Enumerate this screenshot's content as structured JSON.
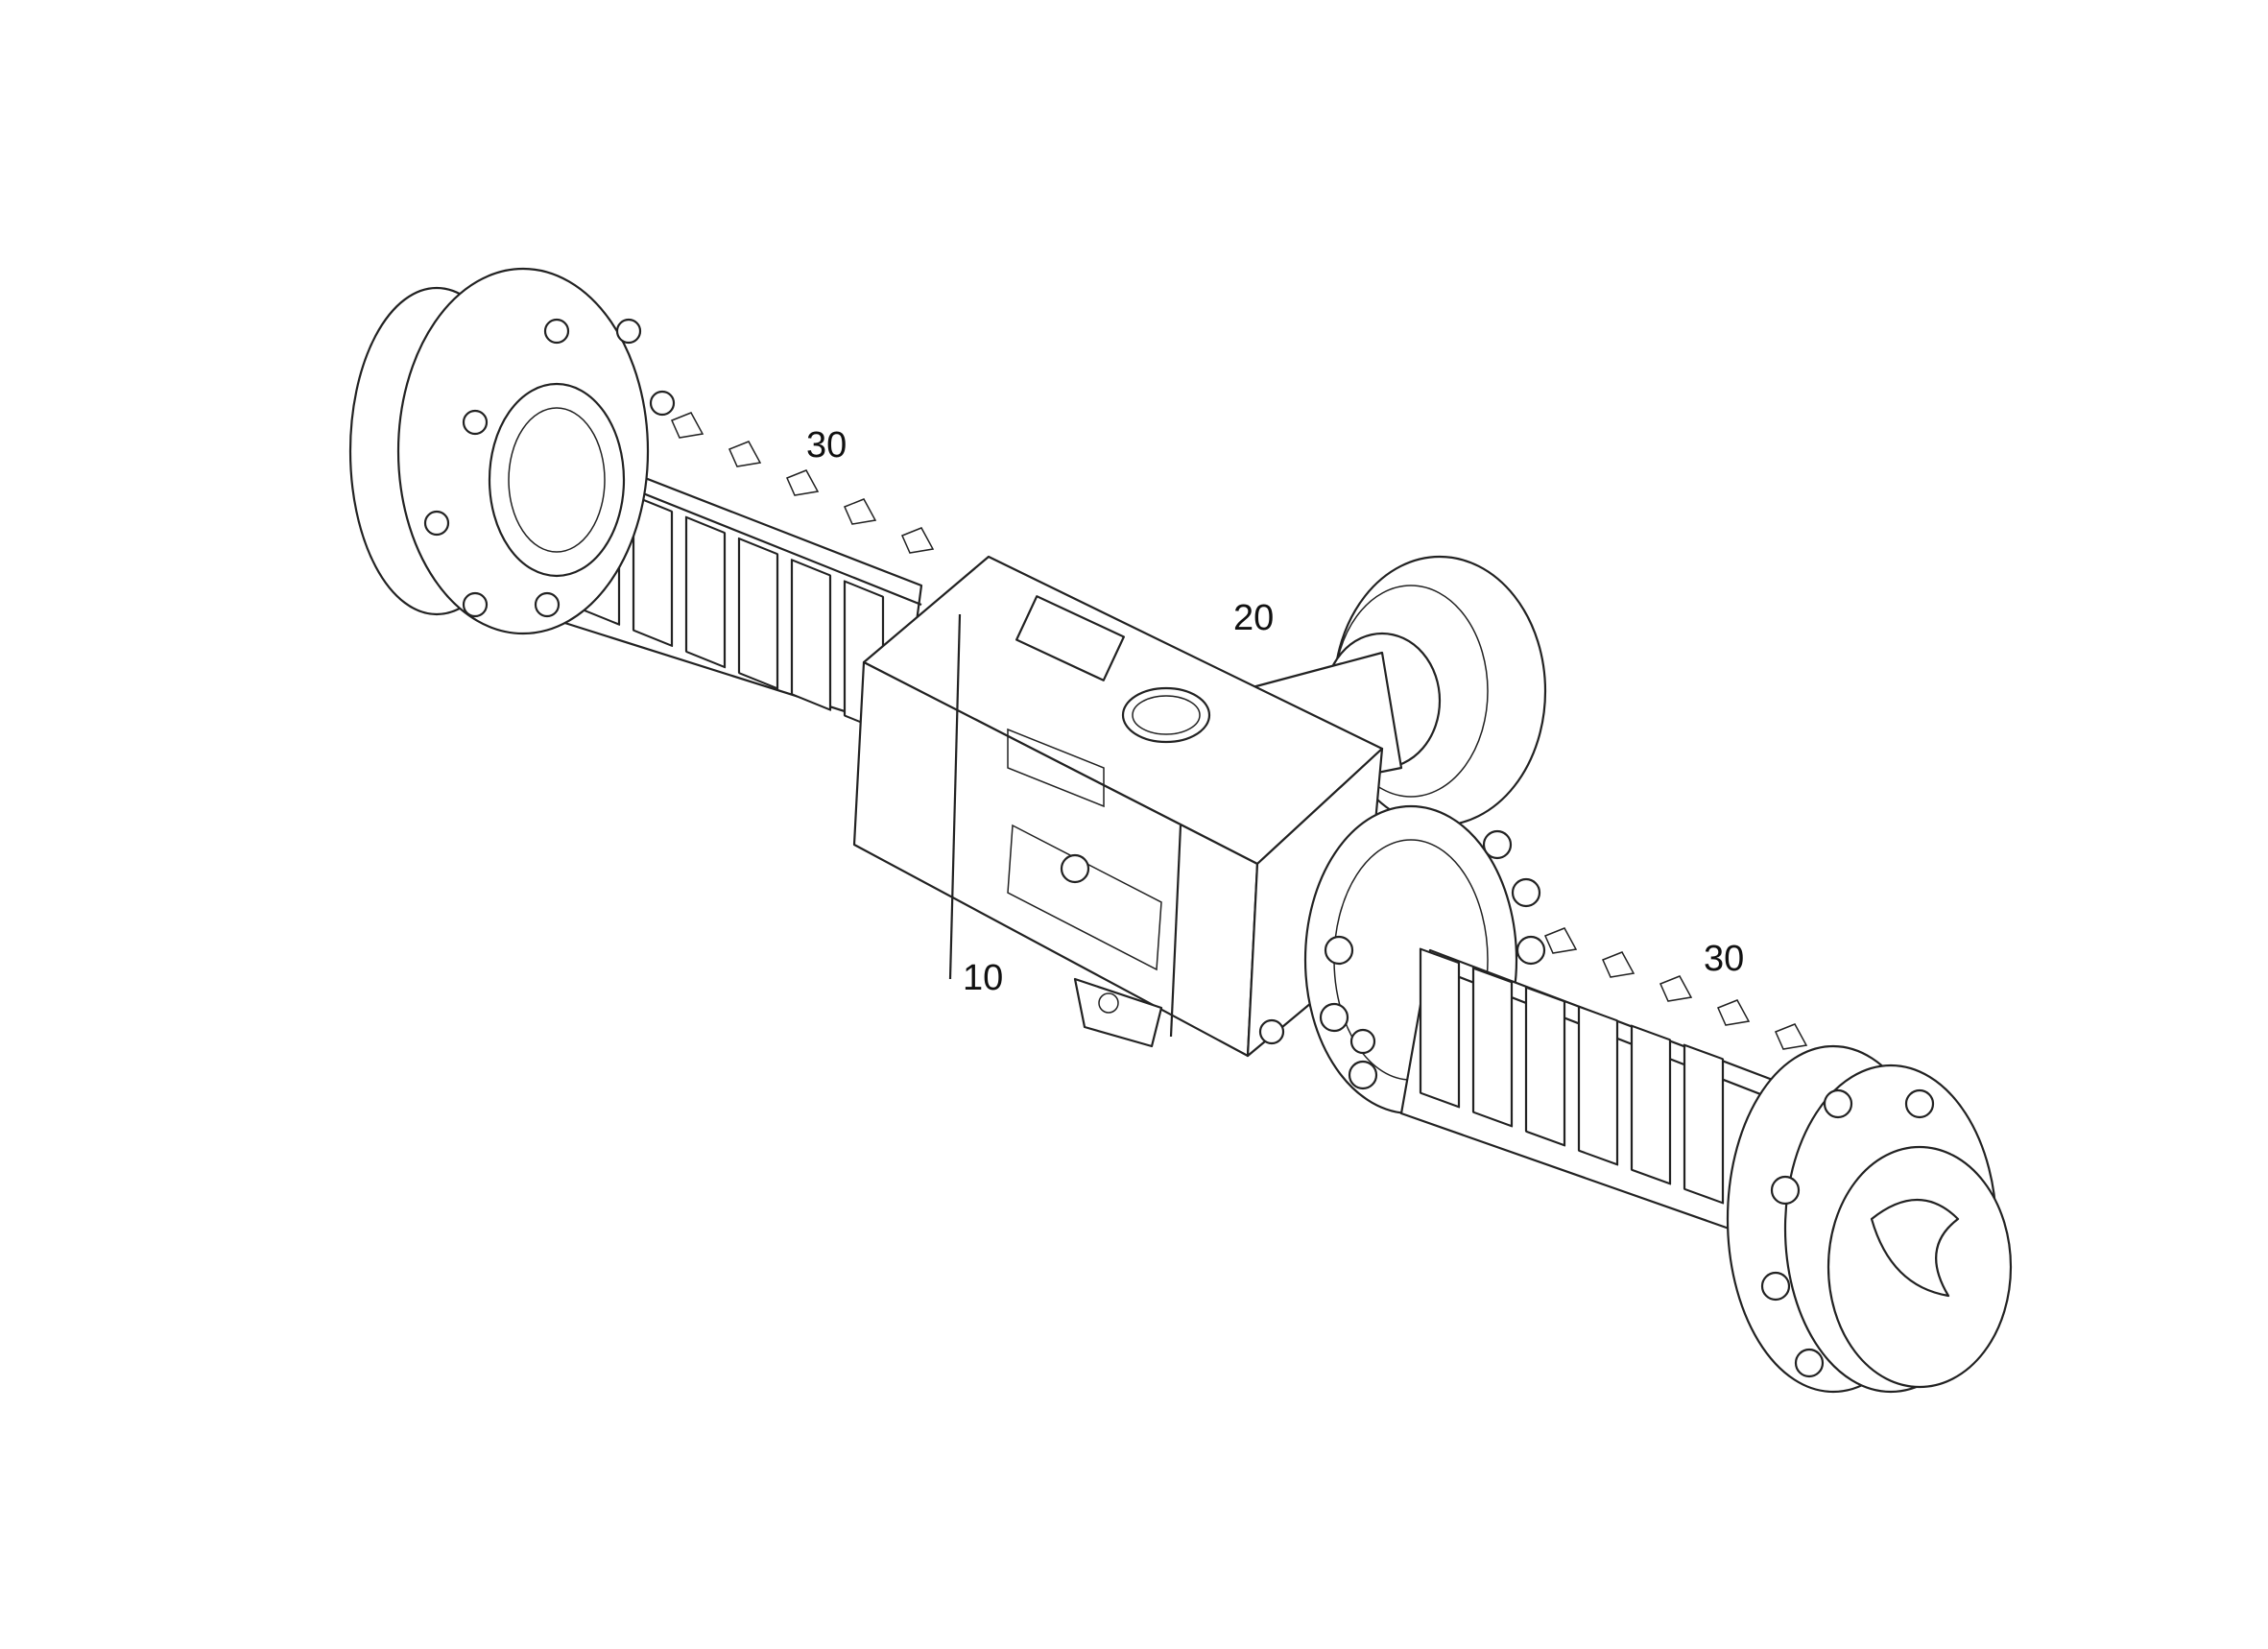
{
  "drawing": {
    "callouts": [
      {
        "id": "axle-housing-left",
        "label": "30"
      },
      {
        "id": "brake-unit",
        "label": "20"
      },
      {
        "id": "differential-carrier",
        "label": "10"
      },
      {
        "id": "axle-housing-right",
        "label": "30"
      }
    ]
  }
}
